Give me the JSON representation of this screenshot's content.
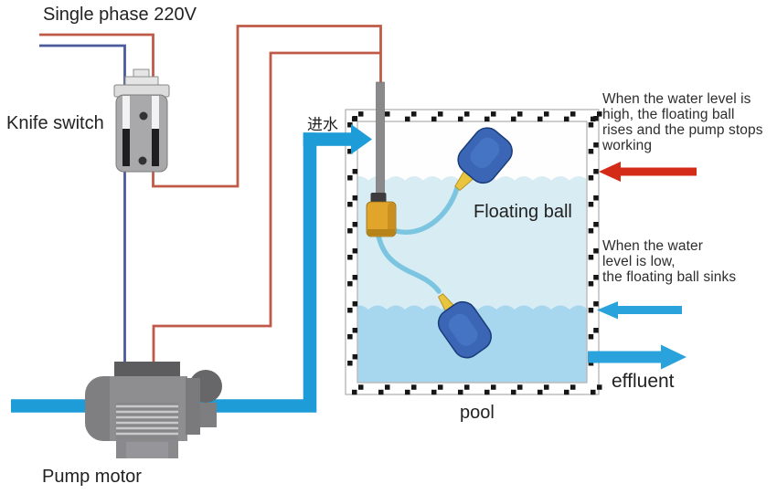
{
  "labels": {
    "power_supply": "Single phase 220V",
    "knife_switch": "Knife switch",
    "pump_motor": "Pump motor",
    "water_inlet": "进水",
    "floating_ball": "Floating ball",
    "pool": "pool",
    "effluent": "effluent"
  },
  "annotations": {
    "high_level": {
      "lines": [
        "When the water level is",
        "high, the floating ball",
        "rises and the pump stops",
        "working"
      ]
    },
    "low_level": {
      "lines": [
        "When the water",
        "level is low,",
        "the floating ball sinks"
      ]
    }
  },
  "colors": {
    "live_wire": "#C05A48",
    "neutral_wire": "#4A5A9B",
    "pipe": "#1E9CD8",
    "arrow_red": "#D42A18",
    "arrow_blue": "#2AA3DC",
    "water_upper": "#D8ECF3",
    "water_lower": "#A6D7EF",
    "float_body": "#3B66B5",
    "float_cap": "#E8C53C",
    "counterweight": "#E2A52C"
  }
}
